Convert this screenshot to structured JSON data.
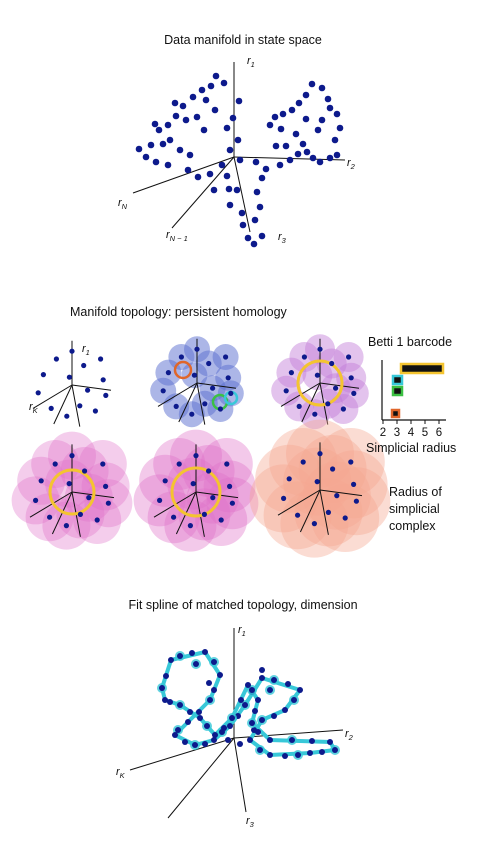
{
  "panel1": {
    "title": "Data manifold in state space",
    "axes": {
      "r1": "r",
      "r1_sub": "1",
      "r2": "r",
      "r2_sub": "2",
      "r3": "r",
      "r3_sub": "3",
      "rN": "r",
      "rN_sub": "N",
      "rN1": "r",
      "rN1_sub": "N − 1"
    }
  },
  "panel2": {
    "title": "Manifold topology: persistent homology",
    "axes": {
      "r1": "r",
      "r1_sub": "1",
      "rK": "r",
      "rK_sub": "K"
    },
    "barcode": {
      "title": "Betti 1 barcode",
      "xlabel": "Simplicial radius",
      "ticks": [
        "2",
        "3",
        "4",
        "5",
        "6"
      ]
    },
    "radius_label": [
      "Radius of",
      "simplicial",
      "complex"
    ]
  },
  "panel3": {
    "title": "Fit spline of matched topology, dimension",
    "axes": {
      "r1": "r",
      "r1_sub": "1",
      "r2": "r",
      "r2_sub": "2",
      "r3": "r",
      "r3_sub": "3",
      "rK": "r",
      "rK_sub": "K"
    }
  },
  "colors": {
    "dots": "#0d1a8c",
    "ring": "#f4c430",
    "spline": "#38c8d8",
    "blue_disc": "#5a6ed0",
    "purple_disc": "#c07ad8",
    "magenta_disc": "#e070c8",
    "salmon_disc": "#f4a890"
  }
}
